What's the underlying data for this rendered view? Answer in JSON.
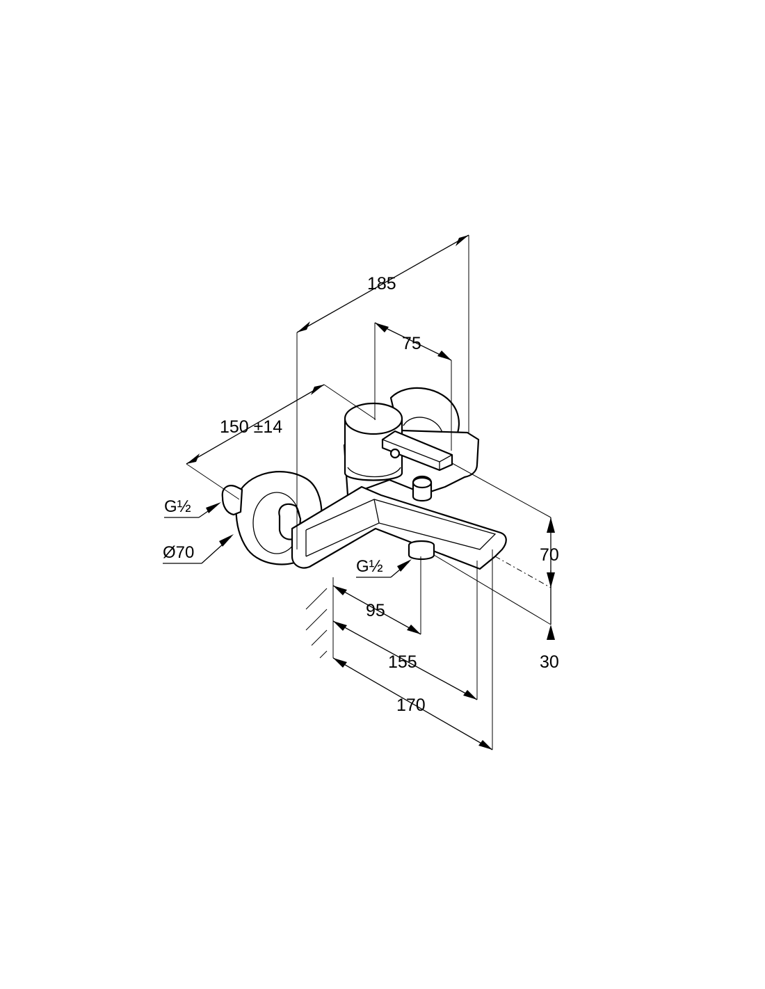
{
  "drawing": {
    "dimensions": {
      "d185": "185",
      "d75": "75",
      "d150": "150 ±14",
      "d70": "70",
      "d30": "30",
      "d95": "95",
      "d155": "155",
      "d170": "170"
    },
    "labels": {
      "thread_inlet": "G½",
      "diameter": "Ø70",
      "thread_outlet": "G½"
    }
  }
}
